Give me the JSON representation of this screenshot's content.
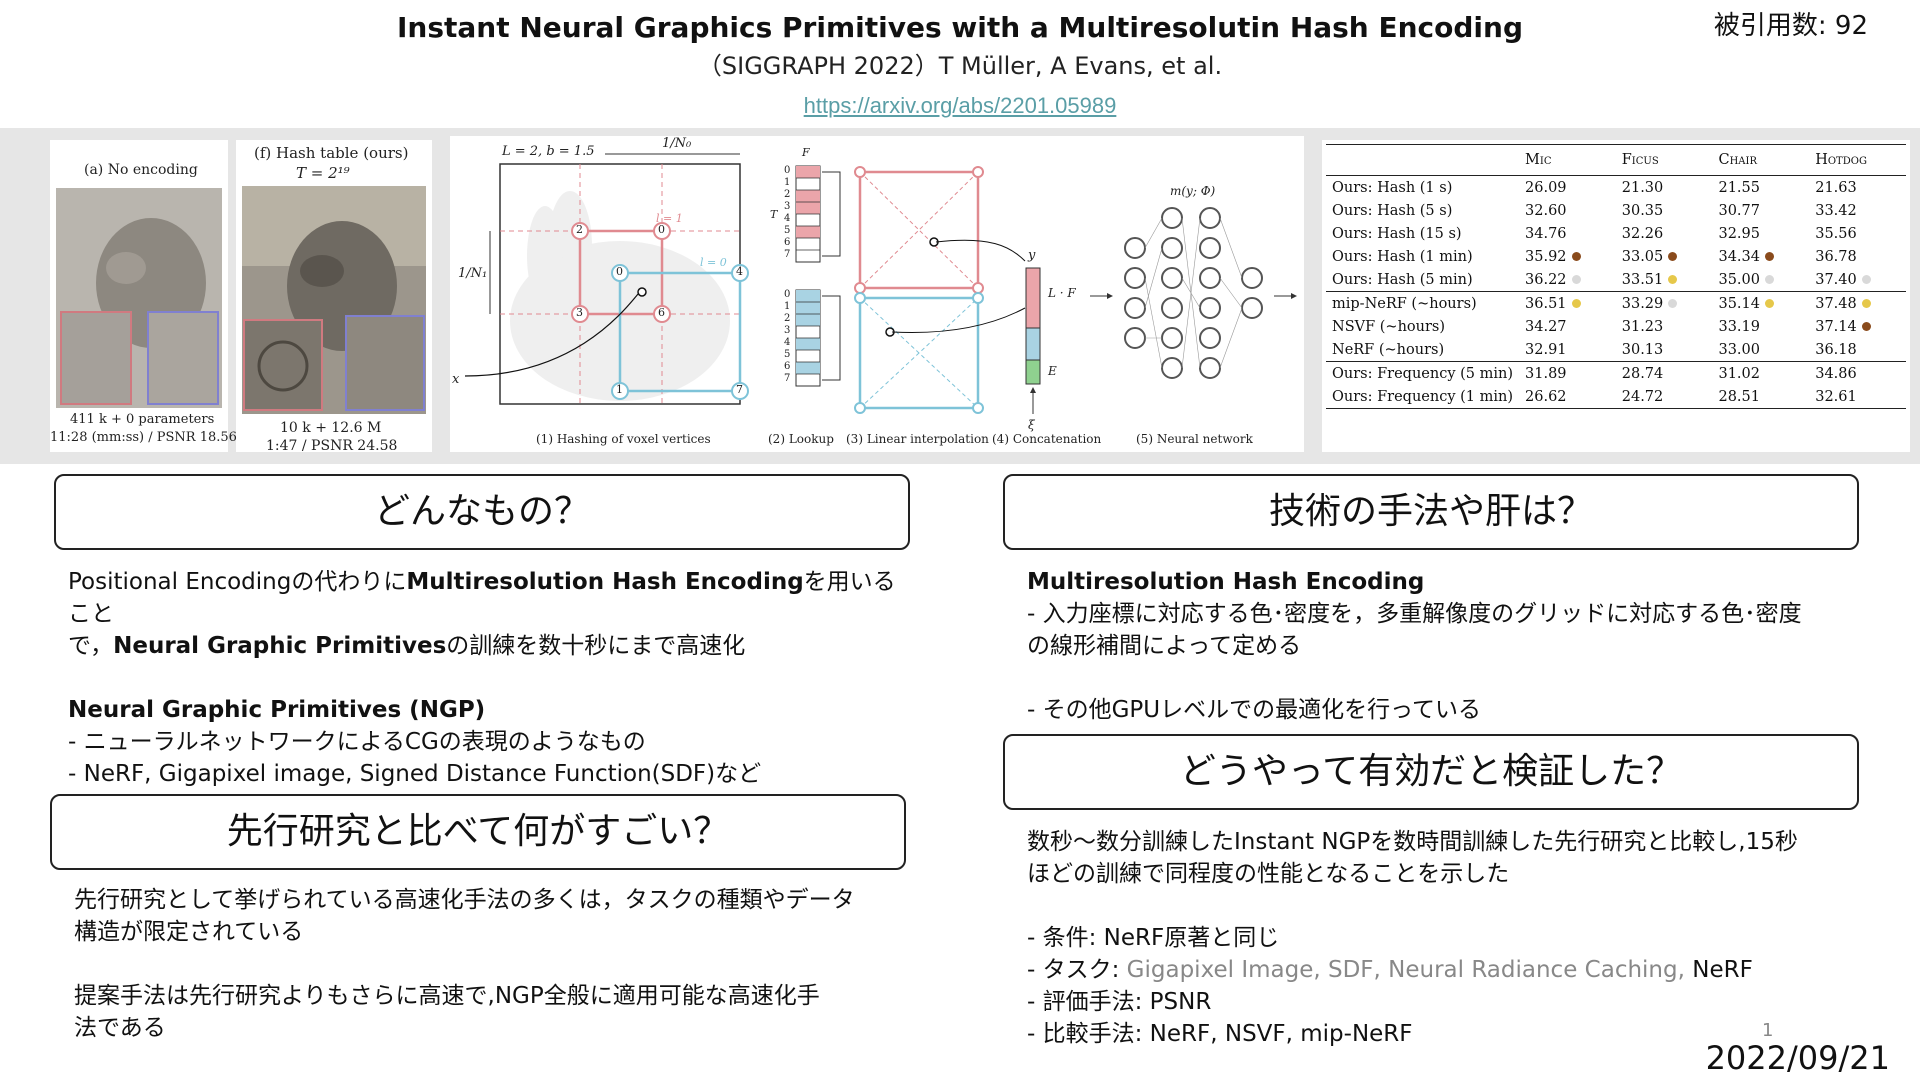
{
  "header": {
    "title": "Instant Neural Graphics Primitives with a Multiresolutin Hash Encoding",
    "venue": "（SIGGRAPH 2022）T Müller, A Evans, et al.",
    "link": "https://arxiv.org/abs/2201.05989",
    "citations": "被引用数: 92"
  },
  "figure": {
    "no_encoding": {
      "label": "(a) No encoding",
      "params": "411 k + 0 parameters",
      "stats": "11:28 (mm:ss) / PSNR 18.56"
    },
    "hash_table": {
      "label": "(f) Hash table (ours)",
      "size": "T = 2¹⁹",
      "params": "10 k + 12.6 M",
      "stats": "1:47 / PSNR 24.58"
    },
    "pipeline": {
      "grid_labels": {
        "level": "L = 2,  b = 1.5",
        "n0": "1/N₀",
        "n1": "1/N₁",
        "x": "x",
        "l1": "l = 1",
        "l0": "l = 0"
      },
      "vertex_ids_red": [
        "2",
        "0",
        "3",
        "6"
      ],
      "vertex_ids_blue": [
        "0",
        "4",
        "1",
        "7"
      ],
      "table_labels": {
        "f": "F",
        "t": "T"
      },
      "indices": [
        "0",
        "1",
        "2",
        "3",
        "4",
        "5",
        "6",
        "7"
      ],
      "concat_labels": {
        "y": "y",
        "lf": "L · F",
        "e": "E",
        "xi": "ξ"
      },
      "mlp_label": "m(y; Φ)",
      "steps": [
        "(1) Hashing of voxel vertices",
        "(2) Lookup",
        "(3) Linear interpolation",
        "(4) Concatenation",
        "(5) Neural network"
      ]
    }
  },
  "results_table": {
    "columns": [
      "",
      "Mic",
      "Ficus",
      "Chair",
      "Hotdog"
    ],
    "groups": [
      [
        {
          "name": "Ours: Hash (1 s)",
          "cells": [
            {
              "v": "26.09"
            },
            {
              "v": "21.30"
            },
            {
              "v": "21.55"
            },
            {
              "v": "21.63"
            }
          ]
        },
        {
          "name": "Ours: Hash (5 s)",
          "cells": [
            {
              "v": "32.60"
            },
            {
              "v": "30.35"
            },
            {
              "v": "30.77"
            },
            {
              "v": "33.42"
            }
          ]
        },
        {
          "name": "Ours: Hash (15 s)",
          "cells": [
            {
              "v": "34.76"
            },
            {
              "v": "32.26"
            },
            {
              "v": "32.95"
            },
            {
              "v": "35.56"
            }
          ]
        },
        {
          "name": "Ours: Hash (1 min)",
          "cells": [
            {
              "v": "35.92",
              "dot": "bronze"
            },
            {
              "v": "33.05",
              "dot": "bronze"
            },
            {
              "v": "34.34",
              "dot": "bronze"
            },
            {
              "v": "36.78"
            }
          ]
        },
        {
          "name": "Ours: Hash (5 min)",
          "cells": [
            {
              "v": "36.22",
              "dot": "silver"
            },
            {
              "v": "33.51",
              "dot": "gold"
            },
            {
              "v": "35.00",
              "dot": "silver"
            },
            {
              "v": "37.40",
              "dot": "silver"
            }
          ]
        }
      ],
      [
        {
          "name": "mip-NeRF (~hours)",
          "cells": [
            {
              "v": "36.51",
              "dot": "gold"
            },
            {
              "v": "33.29",
              "dot": "silver"
            },
            {
              "v": "35.14",
              "dot": "gold"
            },
            {
              "v": "37.48",
              "dot": "gold"
            }
          ]
        },
        {
          "name": "NSVF (~hours)",
          "cells": [
            {
              "v": "34.27"
            },
            {
              "v": "31.23"
            },
            {
              "v": "33.19"
            },
            {
              "v": "37.14",
              "dot": "bronze"
            }
          ]
        },
        {
          "name": "NeRF (~hours)",
          "cells": [
            {
              "v": "32.91"
            },
            {
              "v": "30.13"
            },
            {
              "v": "33.00"
            },
            {
              "v": "36.18"
            }
          ]
        }
      ],
      [
        {
          "name": "Ours: Frequency (5 min)",
          "cells": [
            {
              "v": "31.89"
            },
            {
              "v": "28.74"
            },
            {
              "v": "31.02"
            },
            {
              "v": "34.86"
            }
          ]
        },
        {
          "name": "Ours: Frequency (1 min)",
          "cells": [
            {
              "v": "26.62"
            },
            {
              "v": "24.72"
            },
            {
              "v": "28.51"
            },
            {
              "v": "32.61"
            }
          ]
        }
      ]
    ],
    "dot_colors": {
      "gold": "#e6c84a",
      "silver": "#d9d9d9",
      "bronze": "#8a4b1c"
    }
  },
  "sections": {
    "what": {
      "heading": "どんなもの？",
      "l1a": "Positional Encodingの代わりに",
      "l1b": "Multiresolution Hash Encoding",
      "l1c": "を用いること",
      "l2a": "で，",
      "l2b": "Neural Graphic Primitives",
      "l2c": "の訓練を数十秒にまで高速化",
      "ngp_title": "Neural Graphic Primitives (NGP)",
      "ngp_1": "- ニューラルネットワークによるCGの表現のようなもの",
      "ngp_2": "- NeRF, Gigapixel image, Signed Distance Function(SDF)など"
    },
    "novelty": {
      "heading": "先行研究と比べて何がすごい？",
      "p1a": "先行研究として挙げられている高速化手法の多くは，タスクの種類やデータ",
      "p1b": "構造が限定されている",
      "p2a": "提案手法は先行研究よりもさらに高速で,NGP全般に適用可能な高速化手",
      "p2b": "法である"
    },
    "method": {
      "heading": "技術の手法や肝は？",
      "title": "Multiresolution Hash Encoding",
      "l1": "- 入力座標に対応する色･密度を，多重解像度のグリッドに対応する色･密度",
      "l2": "の線形補間によって定める",
      "l3": "- その他GPUレベルでの最適化を行っている"
    },
    "validation": {
      "heading": "どうやって有効だと検証した？",
      "p1a": "数秒～数分訓練したInstant NGPを数時間訓練した先行研究と比較し,15秒",
      "p1b": "ほどの訓練で同程度の性能となることを示した",
      "c1": "- 条件: NeRF原著と同じ",
      "c2a": "- タスク: ",
      "c2b": "Gigapixel Image, SDF, Neural Radiance Caching, ",
      "c2c": "NeRF",
      "c3": "- 評価手法: PSNR",
      "c4": "- 比較手法: NeRF, NSVF, mip-NeRF"
    }
  },
  "footer": {
    "page": "1",
    "date": "2022/09/21"
  }
}
